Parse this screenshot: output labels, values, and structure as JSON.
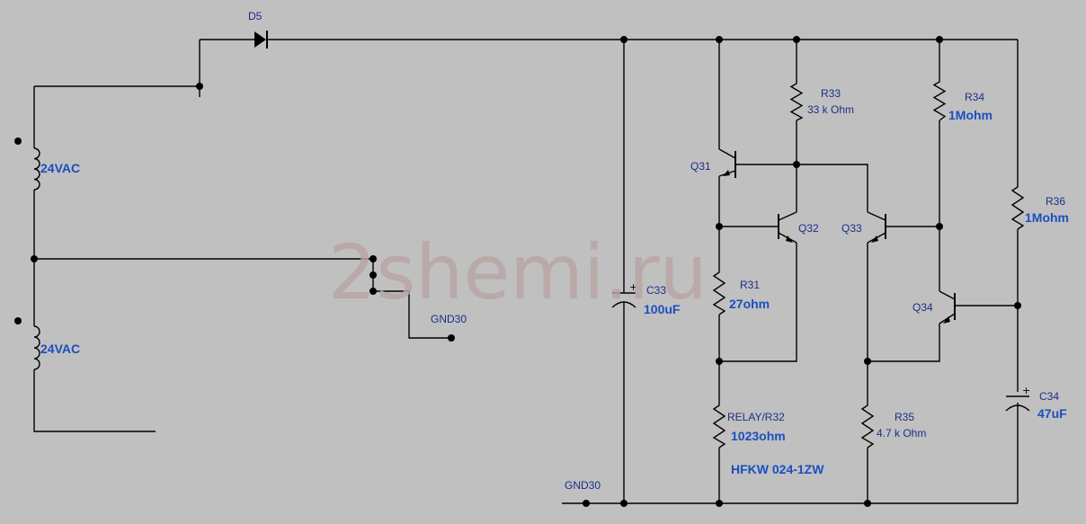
{
  "watermark": "2shemi.ru",
  "transformer": {
    "upper_label": "24VAC",
    "lower_label": "24VAC"
  },
  "diode": {
    "name": "D5"
  },
  "gnd": {
    "left": "GND30",
    "bottom": "GND30"
  },
  "c33": {
    "name": "C33",
    "value": "100uF"
  },
  "c34": {
    "name": "C34",
    "value": "47uF"
  },
  "r31": {
    "name": "R31",
    "value": "27ohm"
  },
  "r32": {
    "name": "RELAY/R32",
    "value": "1023ohm"
  },
  "r33": {
    "name": "R33",
    "value": "33 k Ohm"
  },
  "r34": {
    "name": "R34",
    "value": "1Mohm"
  },
  "r35": {
    "name": "R35",
    "value": "4.7 k Ohm"
  },
  "r36": {
    "name": "R36",
    "value": "1Mohm"
  },
  "q31": {
    "name": "Q31"
  },
  "q32": {
    "name": "Q32"
  },
  "q33": {
    "name": "Q33"
  },
  "q34": {
    "name": "Q34"
  },
  "relay": {
    "part": "HFKW 024-1ZW"
  }
}
